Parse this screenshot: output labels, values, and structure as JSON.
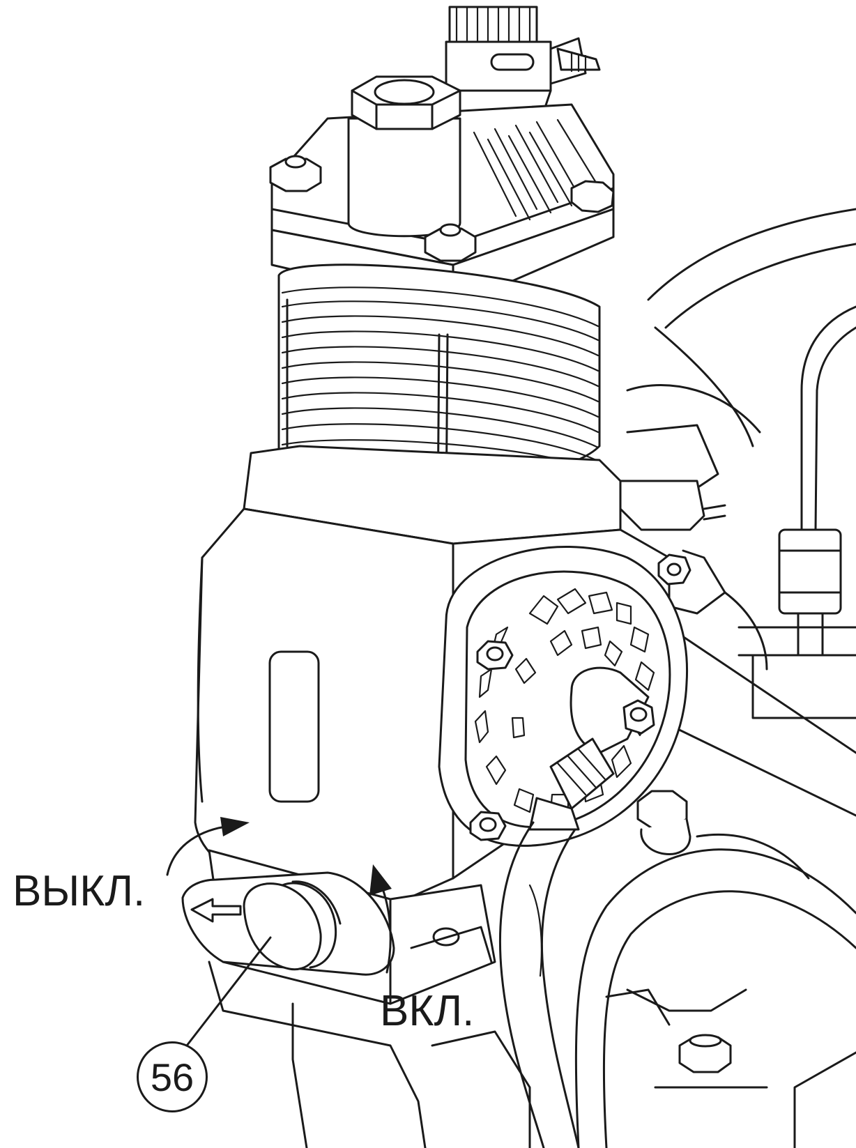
{
  "labels": {
    "off": "ВЫКЛ.",
    "on": "ВКЛ.",
    "callout": "56"
  },
  "colors": {
    "line": "#1a1a1a",
    "background": "#ffffff"
  }
}
